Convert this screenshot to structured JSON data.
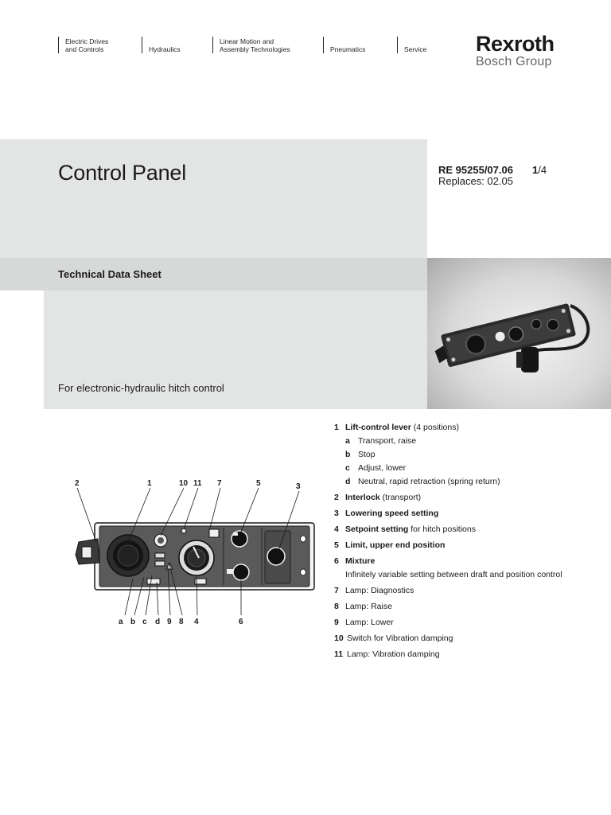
{
  "nav": [
    {
      "line1": "Electric Drives",
      "line2": "and Controls"
    },
    {
      "line1": "Hydraulics",
      "line2": ""
    },
    {
      "line1": "Linear Motion and",
      "line2": "Assembly Technologies"
    },
    {
      "line1": "Pneumatics",
      "line2": ""
    },
    {
      "line1": "Service",
      "line2": ""
    }
  ],
  "brand": {
    "name": "Rexroth",
    "group": "Bosch Group"
  },
  "header": {
    "title": "Control Panel",
    "re_number": "RE 95255/07.06",
    "page_current": "1",
    "page_total": "/4",
    "replaces": "Replaces: 02.05",
    "technical": "Technical Data Sheet",
    "subtitle": "For electronic-hydraulic hitch control"
  },
  "legend": {
    "item1": {
      "num": "1",
      "label": "Lift-control lever",
      "rest": " (4 positions)"
    },
    "item1_subs": [
      {
        "key": "a",
        "text": "Transport, raise"
      },
      {
        "key": "b",
        "text": "Stop"
      },
      {
        "key": "c",
        "text": "Adjust, lower"
      },
      {
        "key": "d",
        "text": "Neutral, rapid retraction (spring return)"
      }
    ],
    "item2": {
      "num": "2",
      "label": "Interlock",
      "rest": " (transport)"
    },
    "item3": {
      "num": "3",
      "label": "Lowering speed setting",
      "rest": ""
    },
    "item4": {
      "num": "4",
      "label": "Setpoint setting",
      "rest": " for hitch positions"
    },
    "item5": {
      "num": "5",
      "label": "Limit, upper end position",
      "rest": ""
    },
    "item6": {
      "num": "6",
      "label": "Mixture",
      "rest": ""
    },
    "item6_desc": "Infinitely variable setting between draft and position control",
    "item7": {
      "num": "7",
      "text": "Lamp: Diagnostics"
    },
    "item8": {
      "num": "8",
      "text": "Lamp: Raise"
    },
    "item9": {
      "num": "9",
      "text": "Lamp: Lower"
    },
    "item10": {
      "num": "10",
      "text": "Switch for Vibration damping"
    },
    "item11": {
      "num": "11",
      "text": "Lamp: Vibration damping"
    }
  },
  "diagram": {
    "top_labels": [
      "2",
      "1",
      "10",
      "11",
      "7",
      "5",
      "3"
    ],
    "bottom_labels": [
      "a",
      "b",
      "c",
      "d",
      "9",
      "8",
      "4",
      "6"
    ]
  }
}
